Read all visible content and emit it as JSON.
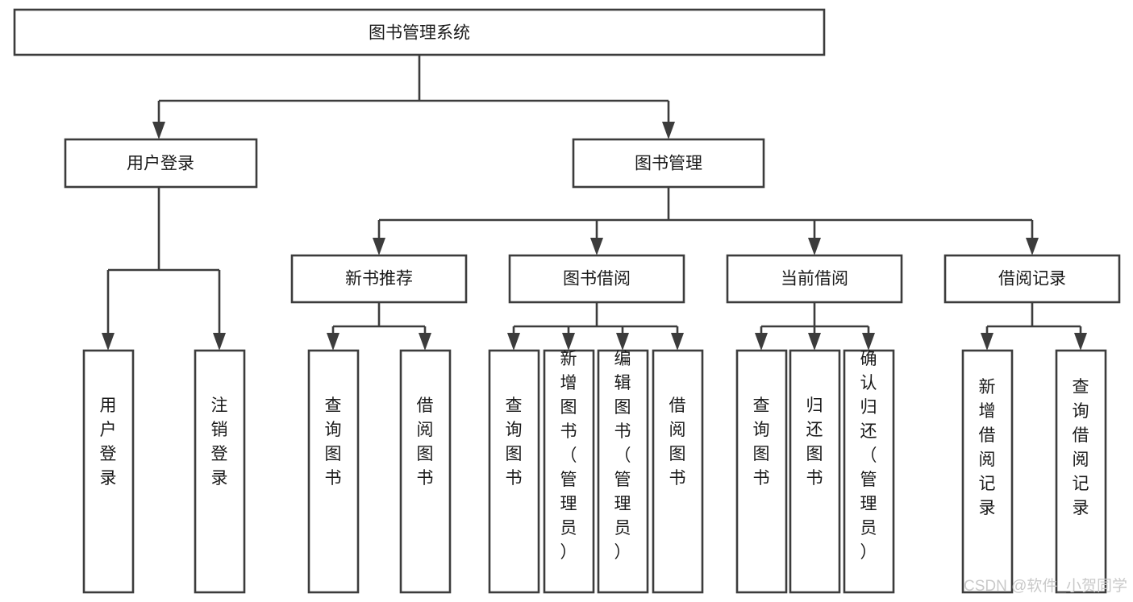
{
  "diagram": {
    "title_text": "图书管理系统",
    "type": "tree-hierarchy-flowchart",
    "orientation": "top-down",
    "box_stroke_color": "#3c3c3c",
    "box_fill_color": "#ffffff",
    "text_color": "#1a1a1a",
    "background_color": "#ffffff"
  },
  "root": {
    "label": "图书管理系统"
  },
  "level2": [
    {
      "label": "用户登录"
    },
    {
      "label": "图书管理"
    }
  ],
  "level3": [
    {
      "label": "新书推荐"
    },
    {
      "label": "图书借阅"
    },
    {
      "label": "当前借阅"
    },
    {
      "label": "借阅记录"
    }
  ],
  "leaves": {
    "user_login": [
      {
        "label": "用户登录"
      },
      {
        "label": "注销登录"
      }
    ],
    "new_book_recommend": [
      {
        "label": "查询图书"
      },
      {
        "label": "借阅图书"
      }
    ],
    "book_borrow": [
      {
        "label": "查询图书"
      },
      {
        "label": "新增图书（管理员）"
      },
      {
        "label": "编辑图书（管理员）"
      },
      {
        "label": "借阅图书"
      }
    ],
    "current_borrow": [
      {
        "label": "查询图书"
      },
      {
        "label": "归还图书"
      },
      {
        "label": "确认归还（管理员）"
      }
    ],
    "borrow_record": [
      {
        "label": "新增借阅记录"
      },
      {
        "label": "查询借阅记录"
      }
    ]
  },
  "watermark": {
    "label": "CSDN @软件_小贺同学"
  }
}
